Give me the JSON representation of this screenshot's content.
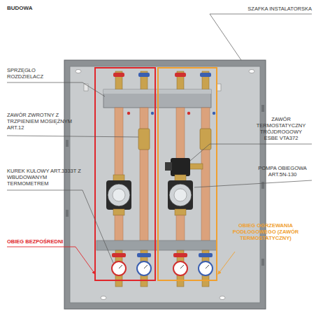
{
  "diagram": {
    "title": "BUDOWA",
    "labels": [
      "SZAFKA INSTALATORSKA",
      "SPRZĘGŁO ROZDZIELACZ",
      "ZAWÓR ZWROTNY Z TRZPIENIEM MOSIĘŻNYM ART.12",
      "ZAWÓR TERMOSTATYCZNY TRÓJDROGOWY ESBE VTA372",
      "KUREK KULOWY ART.3333T Z WBUDOWANYM TERMOMETREM",
      "POMPA OBIEGOWA ART.5N-130",
      "OBIEG BEZPOŚREDNI",
      "OBIEG OGRZEWANIA PODŁOGOWEGO (ZAWÓR TERMOSTATYCZNY)"
    ]
  }
}
